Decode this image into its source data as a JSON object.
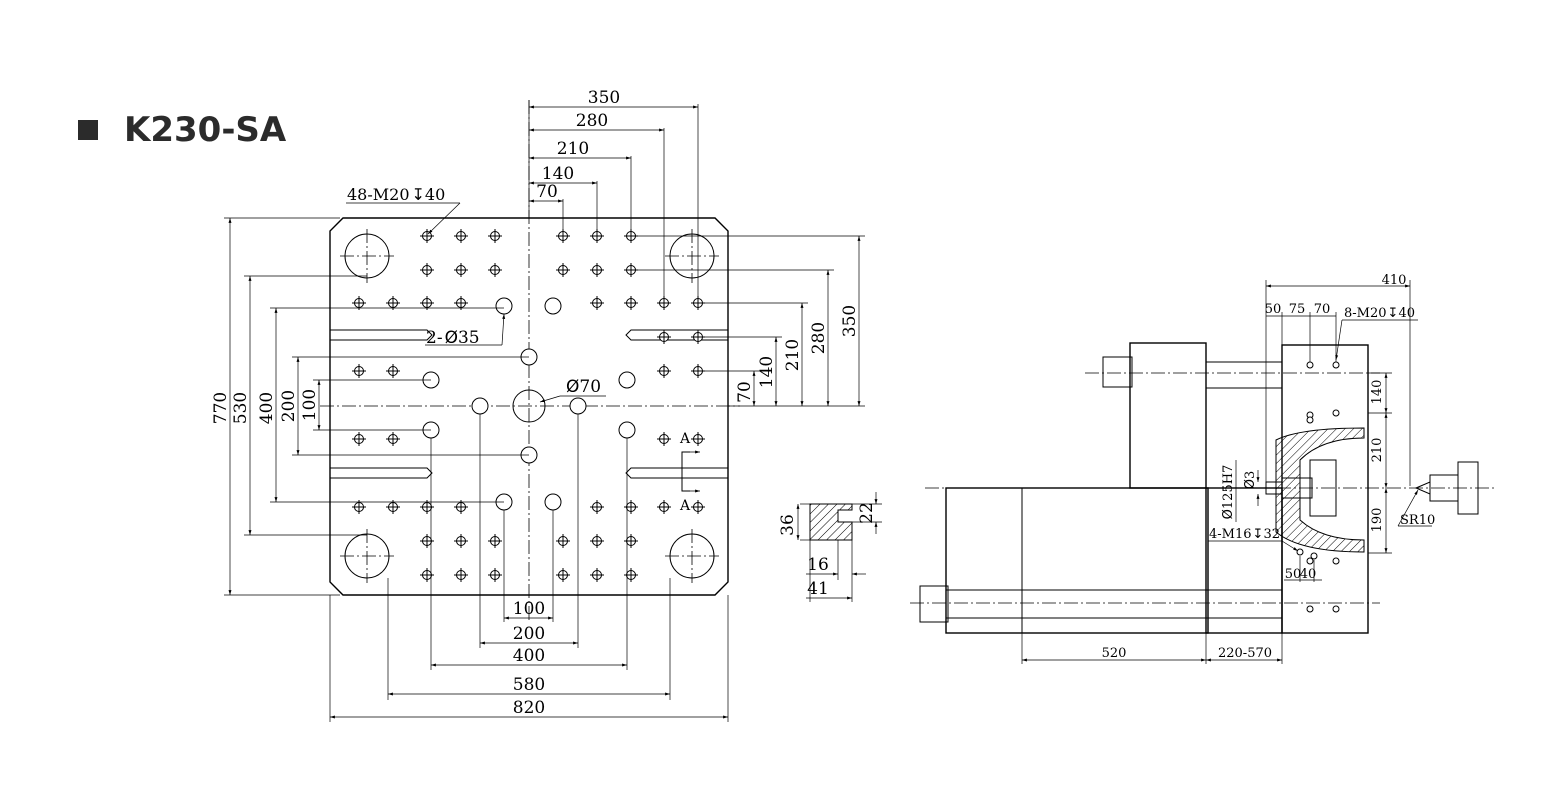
{
  "title": "K230-SA",
  "front_view": {
    "dims_top": [
      "350",
      "280",
      "210",
      "140",
      "70"
    ],
    "dims_left": [
      "770",
      "530",
      "400",
      "200",
      "100"
    ],
    "dims_right": [
      "350",
      "280",
      "210",
      "140",
      "70"
    ],
    "dims_bottom": [
      "100",
      "200",
      "400",
      "580",
      "820"
    ],
    "thread_note": "48-M20",
    "thread_depth": "40",
    "hole_note": "2-",
    "hole_note_dia": "35",
    "center_note_dia": "70",
    "section_mark": "A"
  },
  "section_view": {
    "dims": [
      "36",
      "22",
      "16",
      "41"
    ]
  },
  "side_view": {
    "dim_total": "410",
    "dims_top": [
      "50",
      "75",
      "70"
    ],
    "thread_note": "8-M20",
    "thread_depth": "40",
    "dims_right": [
      "140",
      "210",
      "190"
    ],
    "bore_note": "125H7",
    "small_bore": "3",
    "thread_note_lower": "4-M16",
    "thread_depth_lower": "32",
    "dims_lower": [
      "50",
      "40"
    ],
    "nozzle_radius": "SR10",
    "dims_bottom": [
      "520",
      "220-570"
    ]
  }
}
